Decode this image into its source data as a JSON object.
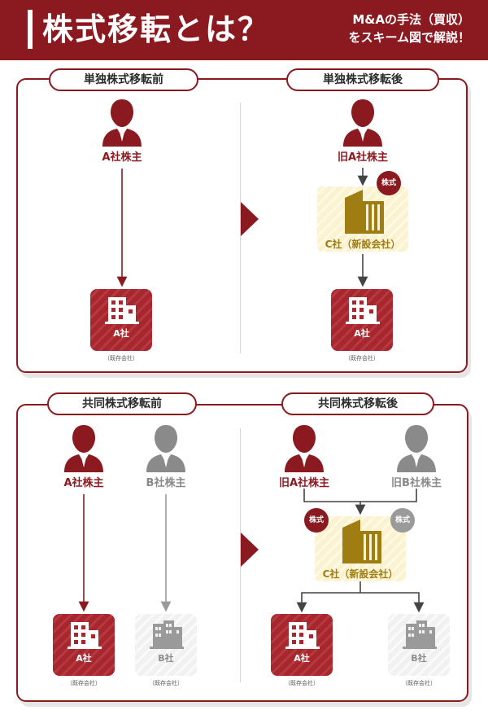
{
  "header": {
    "title": "株式移転とは？",
    "subtitle_line1": "M&Aの手法（買収）",
    "subtitle_line2": "をスキーム図で解説！"
  },
  "single": {
    "before_title": "単独株式移転前",
    "after_title": "単独株式移転後",
    "before_shareholder": "A社株主",
    "before_company": "A社",
    "before_company_note": "（既存会社）",
    "after_shareholder": "旧A社株主",
    "share_badge": "株式",
    "new_company": "C社（新設会社）",
    "after_company": "A社",
    "after_company_note": "（既存会社）"
  },
  "joint": {
    "before_title": "共同株式移転前",
    "after_title": "共同株式移転後",
    "before_shareholder_a": "A社株主",
    "before_shareholder_b": "B社株主",
    "before_company_a": "A社",
    "before_company_a_note": "（既存会社）",
    "before_company_b": "B社",
    "before_company_b_note": "（既存会社）",
    "after_shareholder_a": "旧A社株主",
    "after_shareholder_b": "旧B社株主",
    "share_badge_a": "株式",
    "share_badge_b": "株式",
    "new_company": "C社（新設会社）",
    "after_company_a": "A社",
    "after_company_a_note": "（既存会社）",
    "after_company_b": "B社",
    "after_company_b_note": "（既存会社）"
  },
  "colors": {
    "brand_red": "#8a1a1f",
    "gray": "#8a8a8a",
    "gold": "#a07d12"
  }
}
